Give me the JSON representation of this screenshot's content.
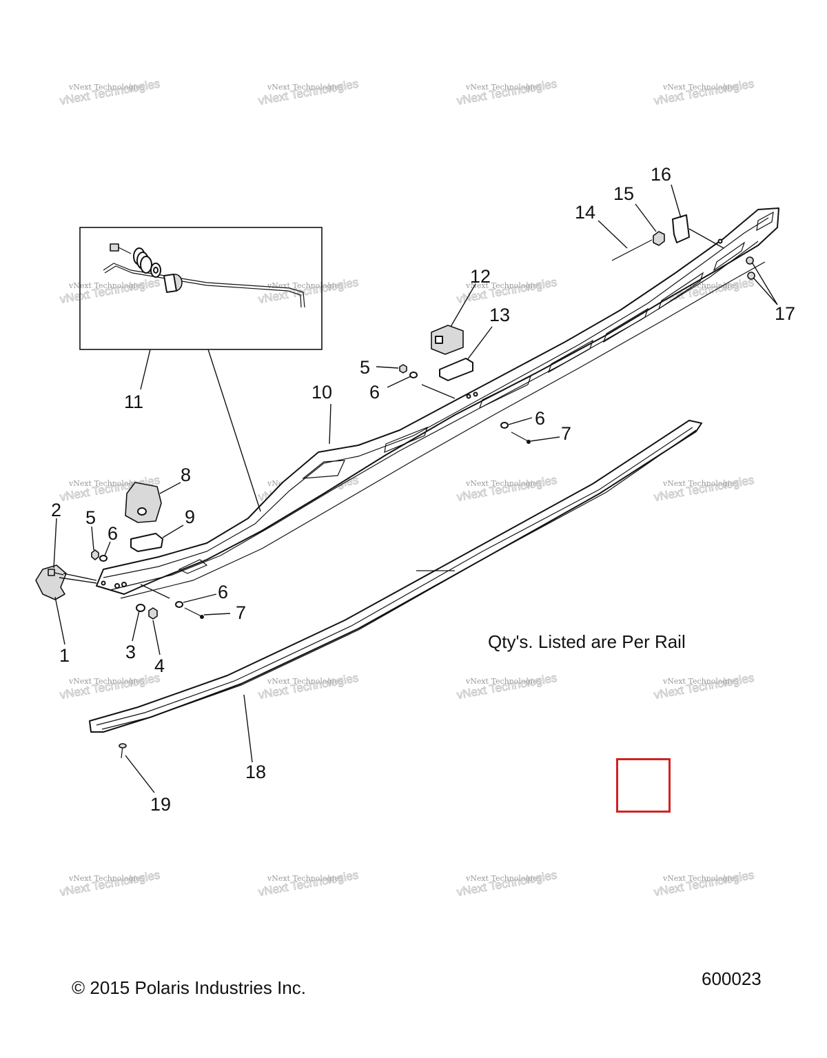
{
  "watermark": {
    "line1": "vNext Technologies",
    "line2": "vNext Technologies"
  },
  "callouts": {
    "c1": "1",
    "c2": "2",
    "c3": "3",
    "c4": "4",
    "c5a": "5",
    "c5b": "5",
    "c6a": "6",
    "c6b": "6",
    "c6c": "6",
    "c6d": "6",
    "c7a": "7",
    "c7b": "7",
    "c8": "8",
    "c9": "9",
    "c10": "10",
    "c11": "11",
    "c12": "12",
    "c13": "13",
    "c14": "14",
    "c15": "15",
    "c16": "16",
    "c17": "17",
    "c18": "18",
    "c19": "19"
  },
  "note": "Qty's. Listed are Per Rail",
  "copyright": "© 2015 Polaris Industries Inc.",
  "diagram_id": "600023",
  "colors": {
    "highlight": "#d32020",
    "linework": "#111111",
    "watermark": "#9a9a9a"
  }
}
